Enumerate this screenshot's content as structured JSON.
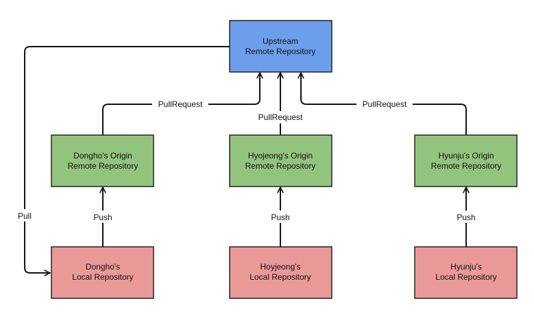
{
  "colors": {
    "upstream_fill": "#6d9eeb",
    "origin_fill": "#93c47d",
    "local_fill": "#ea9999",
    "stroke": "#222222",
    "edge": "#111111"
  },
  "nodes": {
    "upstream": {
      "line1": "Upstream",
      "line2": "Remote Repository"
    },
    "dongho_origin": {
      "line1": "Dongho's Origin",
      "line2": "Remote Repository"
    },
    "hyojeong_origin": {
      "line1": "Hyojeong's Origin",
      "line2": "Remote Repository"
    },
    "hyunju_origin": {
      "line1": "Hyunju's Origin",
      "line2": "Remote Repository"
    },
    "dongho_local": {
      "line1": "Dongho's",
      "line2": "Local Repository"
    },
    "hoyjeong_local": {
      "line1": "Hoyjeong's",
      "line2": "Local Repository"
    },
    "hyunju_local": {
      "line1": "Hyunju's",
      "line2": "Local Repository"
    }
  },
  "edges": {
    "pull": "Pull",
    "pullrequest_dongho": "PullRequest",
    "pullrequest_hyojeong": "PullRequest",
    "pullrequest_hyunju": "PullRequest",
    "push_dongho": "Push",
    "push_hyojeong": "Push",
    "push_hyunju": "Push"
  }
}
